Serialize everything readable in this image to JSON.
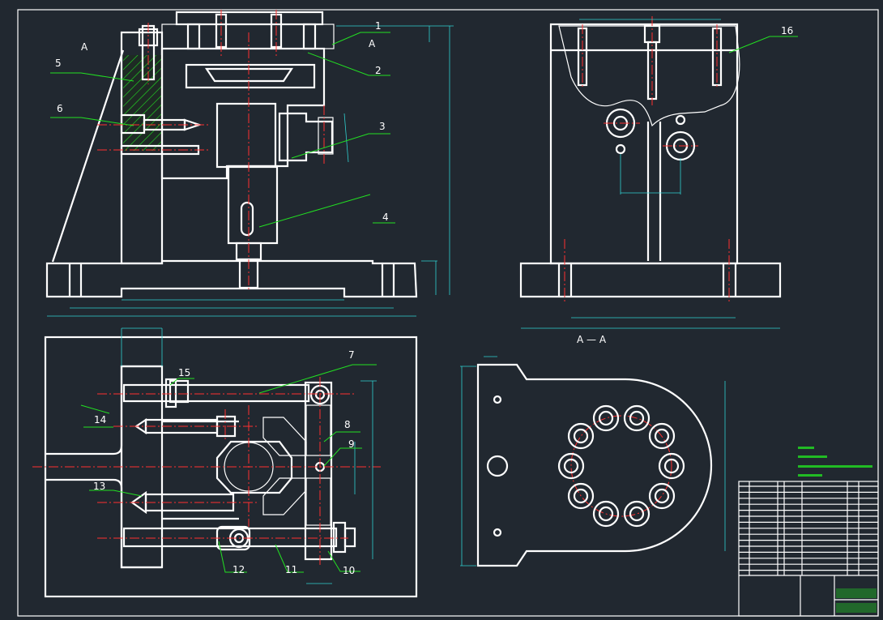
{
  "drawing": {
    "bg": "#212830",
    "line_color": "#ffffff",
    "hatch_color": "#22e022",
    "center_color": "#ff3030"
  },
  "views": {
    "front_section_marks": [
      "A",
      "A"
    ],
    "side_view_title": "A — A"
  },
  "part_labels": [
    "1",
    "2",
    "3",
    "4",
    "5",
    "6",
    "7",
    "8",
    "9",
    "10",
    "11",
    "12",
    "13",
    "14",
    "15",
    "16"
  ]
}
